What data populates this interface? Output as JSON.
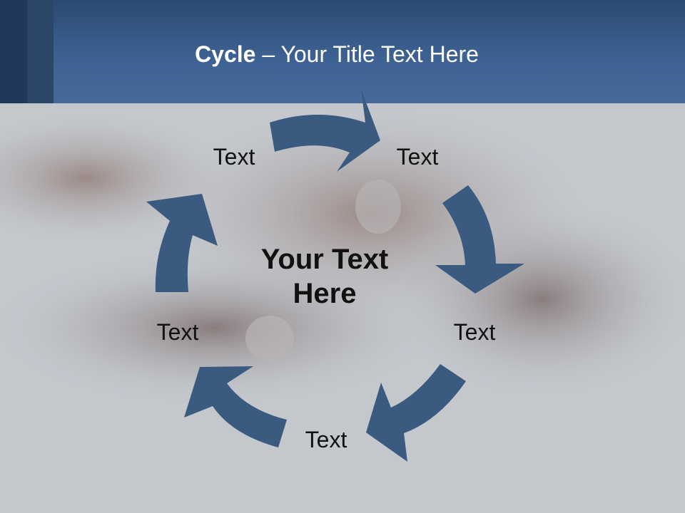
{
  "slide": {
    "title_bold": "Cycle",
    "title_rest": " – Your Title Text Here",
    "center_text": "Your Text Here"
  },
  "cycle": {
    "steps": [
      {
        "label": "Text"
      },
      {
        "label": "Text"
      },
      {
        "label": "Text"
      },
      {
        "label": "Text"
      },
      {
        "label": "Text"
      }
    ]
  },
  "colors": {
    "arrow": "#3a5a80",
    "header": "#3d6192",
    "background": "#c3c8ce"
  }
}
